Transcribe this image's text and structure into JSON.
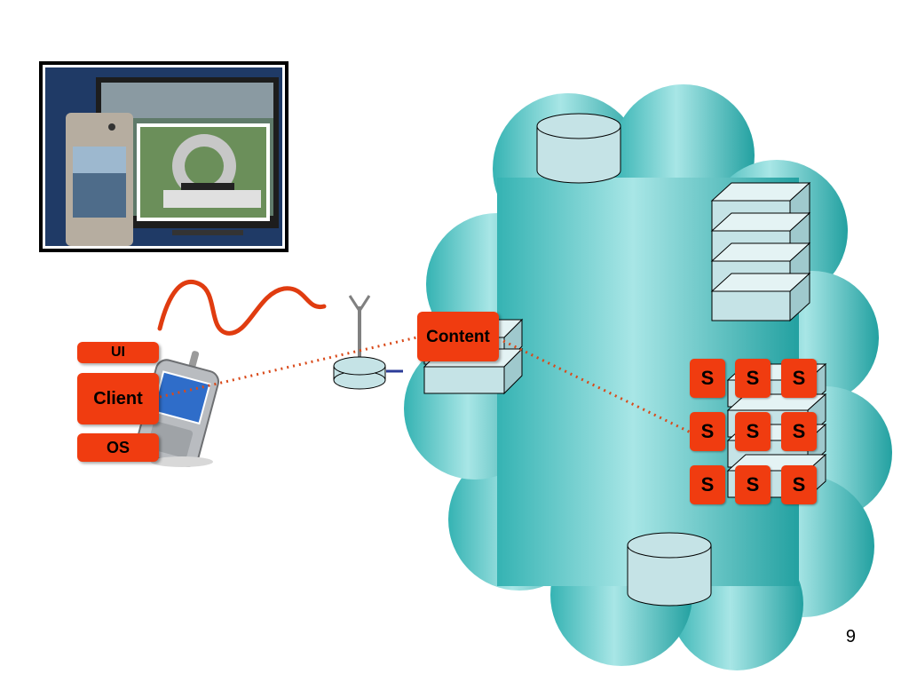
{
  "slide": {
    "page_number": "9"
  },
  "client_stack": {
    "ui_label": "UI",
    "client_label": "Client",
    "os_label": "OS"
  },
  "content_label": "Content",
  "server_labels": [
    "S",
    "S",
    "S",
    "S",
    "S",
    "S",
    "S",
    "S",
    "S"
  ],
  "colors": {
    "accent": "#f03c10",
    "cloud": "#5cc9c9",
    "device": "#c5e3e6",
    "link": "#d94a1a"
  },
  "icons": [
    "cloud-icon",
    "database-icon",
    "server-rack-icon",
    "antenna-router-icon",
    "phone-icon",
    "screenshot-photo"
  ]
}
